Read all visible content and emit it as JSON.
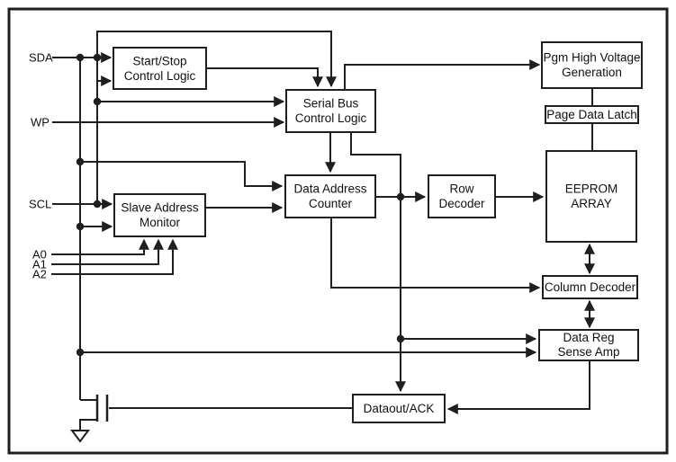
{
  "diagram": {
    "type": "functional-block-diagram",
    "subject": "Serial EEPROM block diagram",
    "colors": {
      "line": "#1f1f1f",
      "background": "#ffffff",
      "box_fill": "#ffffff"
    },
    "pins": {
      "sda": "SDA",
      "wp": "WP",
      "scl": "SCL",
      "a0": "A0",
      "a1": "A1",
      "a2": "A2"
    },
    "blocks": {
      "start_stop": {
        "line1": "Start/Stop",
        "line2": "Control Logic"
      },
      "serial_bus": {
        "line1": "Serial Bus",
        "line2": "Control Logic"
      },
      "slave_addr": {
        "line1": "Slave Address",
        "line2": "Monitor"
      },
      "data_addr": {
        "line1": "Data Address",
        "line2": "Counter"
      },
      "row_dec": {
        "line1": "Row",
        "line2": "Decoder"
      },
      "eeprom": {
        "line1": "EEPROM",
        "line2": "ARRAY"
      },
      "pgm_hv": {
        "line1": "Pgm High Voltage",
        "line2": "Generation"
      },
      "page_latch": {
        "line1": "Page Data Latch"
      },
      "col_dec": {
        "line1": "Column Decoder"
      },
      "data_reg": {
        "line1": "Data Reg",
        "line2": "Sense Amp"
      },
      "dataout": {
        "line1": "Dataout/ACK"
      }
    }
  }
}
